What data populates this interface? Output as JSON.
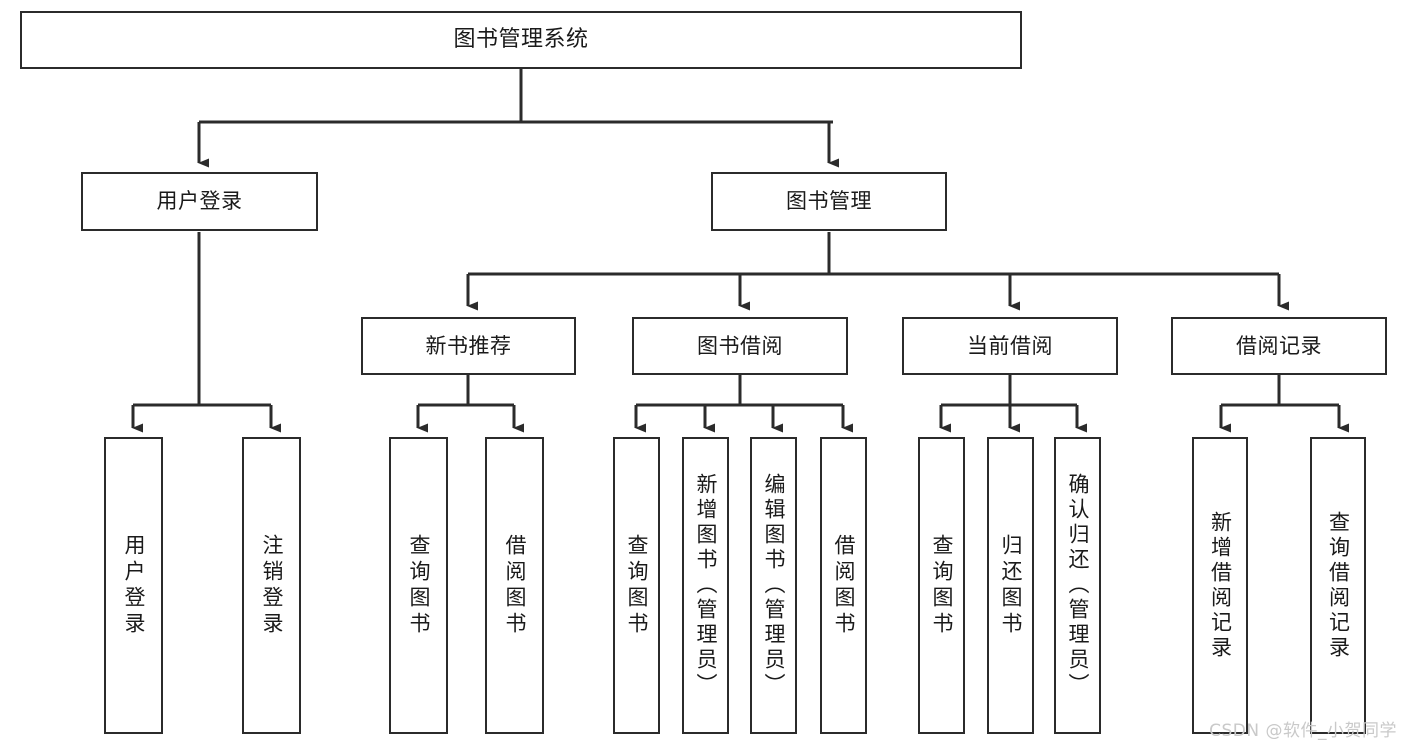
{
  "diagram": {
    "title": "图书管理系统",
    "type": "hierarchy-tree",
    "background": "#ffffff",
    "line_color": "#2b2b2b",
    "text_color": "#1a1a1a",
    "root": {
      "label": "图书管理系统"
    },
    "level2": [
      {
        "label": "用户登录"
      },
      {
        "label": "图书管理"
      }
    ],
    "level3": [
      {
        "label": "新书推荐"
      },
      {
        "label": "图书借阅"
      },
      {
        "label": "当前借阅"
      },
      {
        "label": "借阅记录"
      }
    ],
    "leaves": {
      "user_login": [
        {
          "label": "用户登录"
        },
        {
          "label": "注销登录"
        }
      ],
      "new_book_recommend": [
        {
          "label": "查询图书"
        },
        {
          "label": "借阅图书"
        }
      ],
      "book_borrow": [
        {
          "label": "查询图书"
        },
        {
          "label": "新增图书（管理员）"
        },
        {
          "label": "编辑图书（管理员）"
        },
        {
          "label": "借阅图书"
        }
      ],
      "current_borrow": [
        {
          "label": "查询图书"
        },
        {
          "label": "归还图书"
        },
        {
          "label": "确认归还（管理员）"
        }
      ],
      "borrow_record": [
        {
          "label": "新增借阅记录"
        },
        {
          "label": "查询借阅记录"
        }
      ]
    }
  },
  "watermark": {
    "text": "CSDN @软件_小贺同学",
    "color": "#c9c9c9"
  }
}
